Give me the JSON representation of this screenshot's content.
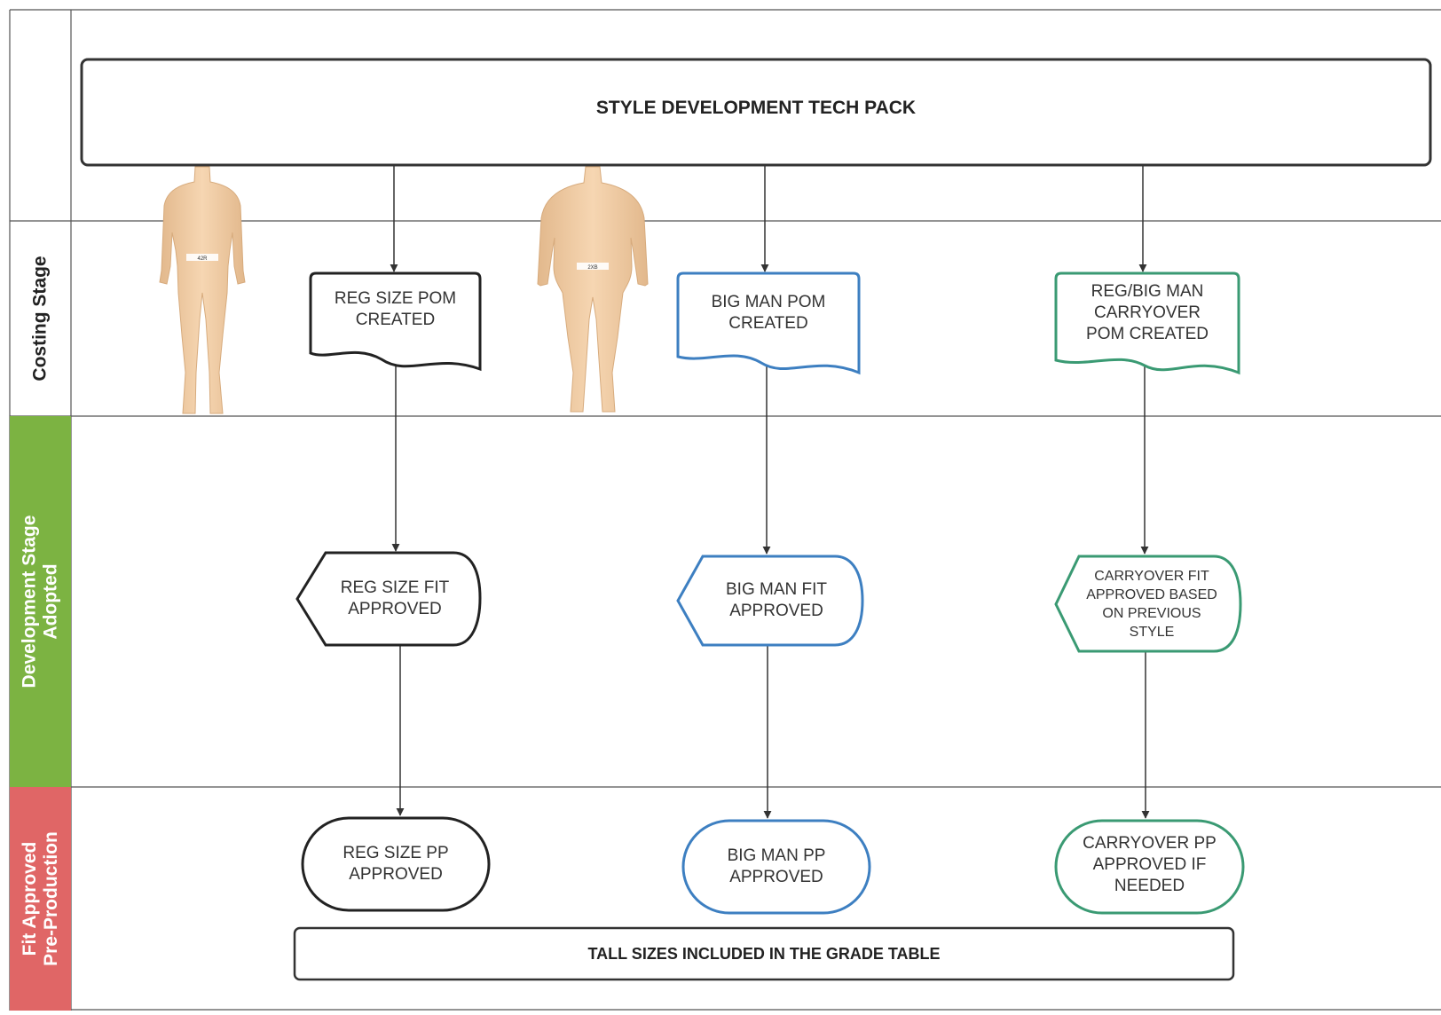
{
  "lanes": [
    {
      "id": "costing",
      "lines": [
        "Costing Stage"
      ],
      "color": "#ffffff",
      "text_color": "#222222"
    },
    {
      "id": "development",
      "lines": [
        "Development Stage",
        "Adopted"
      ],
      "color": "#7cb342",
      "text_color": "#ffffff"
    },
    {
      "id": "preproduction",
      "lines": [
        "Fit Approved",
        "Pre-Production"
      ],
      "color": "#e06666",
      "text_color": "#ffffff"
    }
  ],
  "nodes": {
    "tech_pack": {
      "label": "STYLE DEVELOPMENT TECH PACK",
      "color": "#333333"
    },
    "reg_pom": {
      "label": "REG SIZE POM\nCREATED",
      "color": "#222222"
    },
    "big_pom": {
      "label": "BIG MAN POM\nCREATED",
      "color": "#3d7fc1"
    },
    "carry_pom": {
      "label": "REG/BIG MAN\nCARRYOVER\nPOM CREATED",
      "color": "#3a9a73"
    },
    "reg_fit": {
      "label": "REG SIZE FIT\nAPPROVED",
      "color": "#222222"
    },
    "big_fit": {
      "label": "BIG MAN FIT\nAPPROVED",
      "color": "#3d7fc1"
    },
    "carry_fit": {
      "label": "CARRYOVER FIT\nAPPROVED BASED\nON PREVIOUS\nSTYLE",
      "color": "#3a9a73"
    },
    "reg_pp": {
      "label": "REG SIZE PP\nAPPROVED",
      "color": "#222222"
    },
    "big_pp": {
      "label": "BIG MAN PP\nAPPROVED",
      "color": "#3d7fc1"
    },
    "carry_pp": {
      "label": "CARRYOVER PP\nAPPROVED IF\nNEEDED",
      "color": "#3a9a73"
    },
    "tall_sizes": {
      "label": "TALL SIZES INCLUDED IN THE GRADE TABLE",
      "color": "#333333"
    }
  },
  "mannequins": [
    {
      "id": "regular",
      "waist_label": "42R",
      "skin": "#f2cfa6"
    },
    {
      "id": "big",
      "waist_label": "2XB",
      "skin": "#f2cfa6"
    }
  ]
}
